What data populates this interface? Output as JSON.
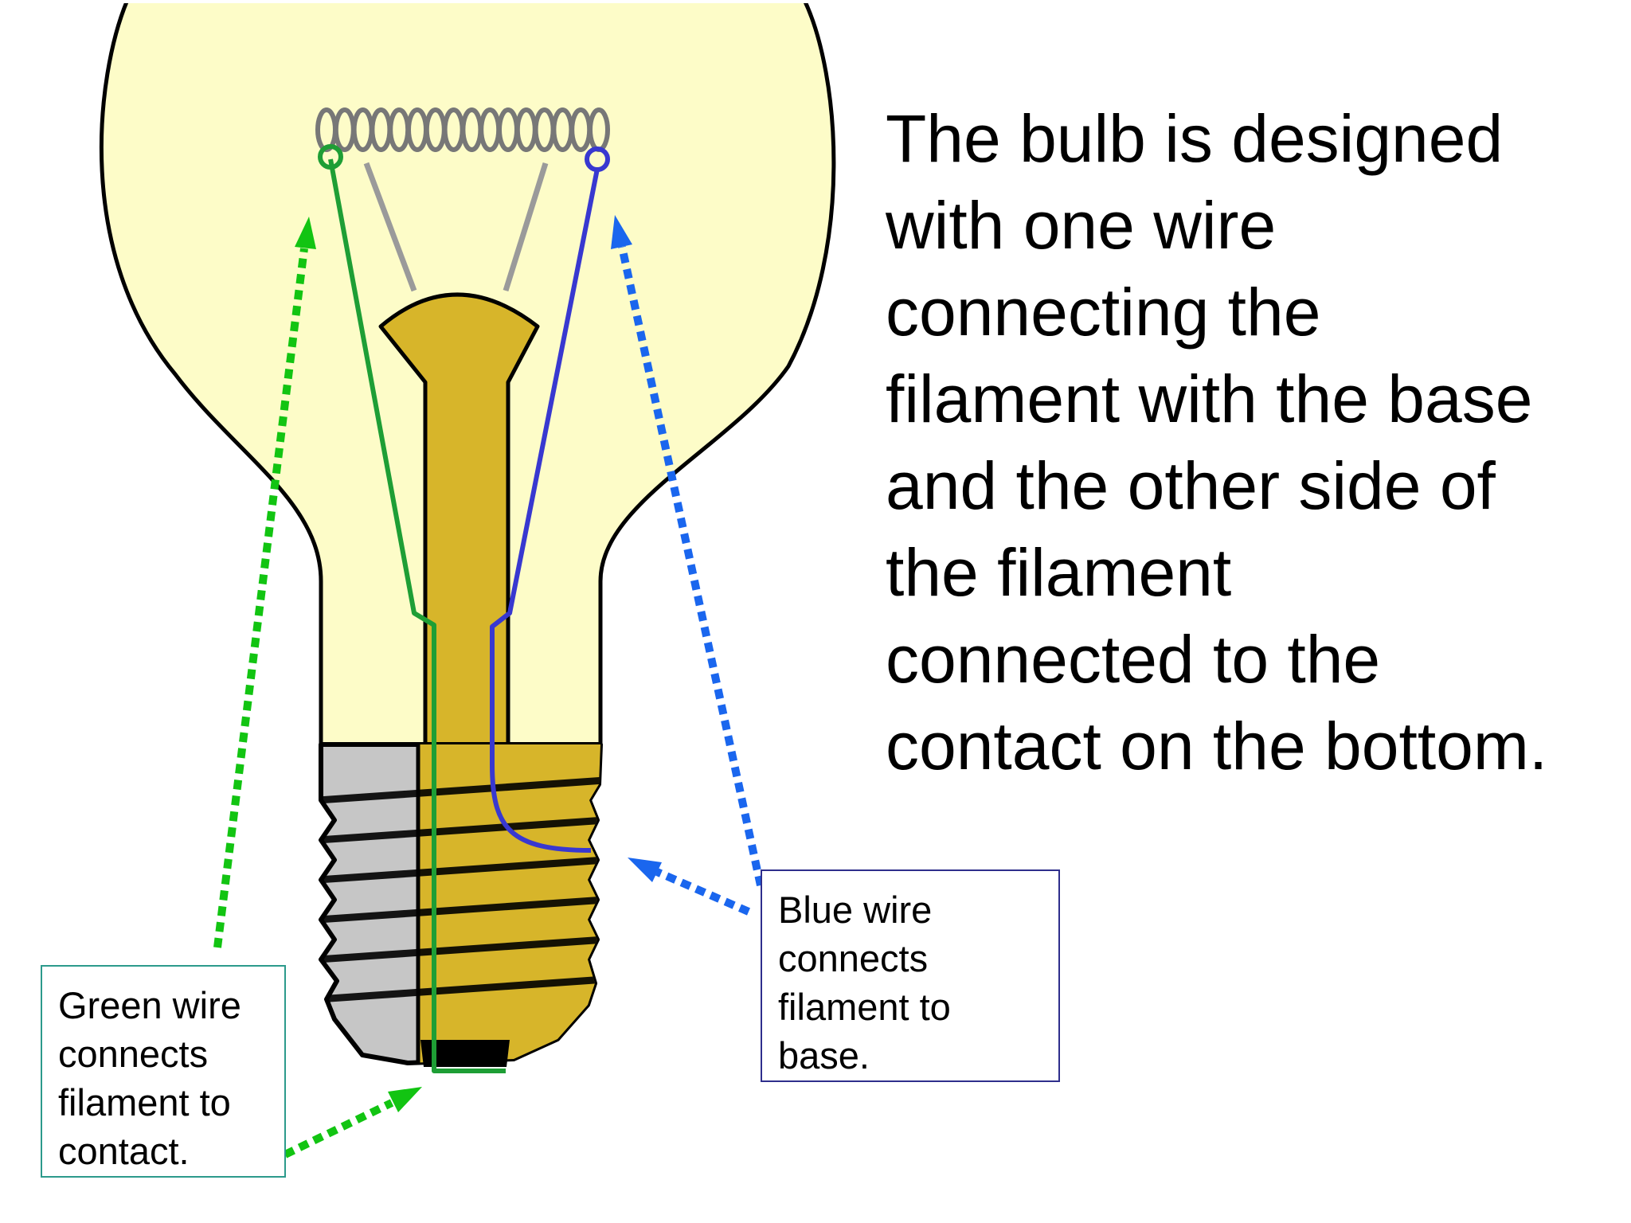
{
  "description_lines": [
    "The bulb is designed",
    "with one wire",
    "connecting the",
    "filament with the base",
    "and the other side of",
    "the filament",
    "connected to the",
    "contact on the bottom."
  ],
  "callouts": {
    "blue": [
      "Blue wire",
      "connects",
      "filament to",
      "base."
    ],
    "green": [
      "Green wire",
      "connects",
      "filament to",
      "contact."
    ]
  },
  "colors": {
    "glass": "#fdfcc8",
    "stem": "#d7b52a",
    "screw_base": "#c6c6c6",
    "filament": "#777777",
    "green_wire": "#1e9e35",
    "blue_wire": "#3838d0",
    "green_arrow": "#12c412",
    "blue_arrow": "#1a66ee"
  }
}
